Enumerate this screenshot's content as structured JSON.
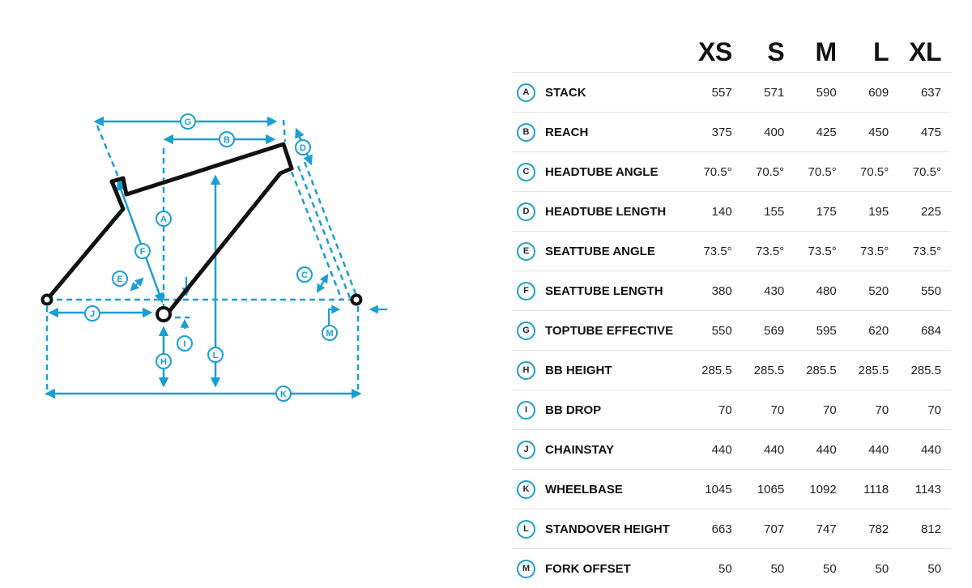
{
  "colors": {
    "accent": "#1a9fd4",
    "frame": "#111111",
    "divider": "#e2e2e2"
  },
  "diagram": {
    "callouts": {
      "A": "A",
      "B": "B",
      "C": "C",
      "D": "D",
      "E": "E",
      "F": "F",
      "G": "G",
      "H": "H",
      "I": "I",
      "J": "J",
      "K": "K",
      "L": "L",
      "M": "M"
    }
  },
  "table": {
    "sizes": [
      "XS",
      "S",
      "M",
      "L",
      "XL"
    ],
    "rows": [
      {
        "key": "A",
        "label": "STACK",
        "values": [
          "557",
          "571",
          "590",
          "609",
          "637"
        ]
      },
      {
        "key": "B",
        "label": "REACH",
        "values": [
          "375",
          "400",
          "425",
          "450",
          "475"
        ]
      },
      {
        "key": "C",
        "label": "HEADTUBE ANGLE",
        "values": [
          "70.5°",
          "70.5°",
          "70.5°",
          "70.5°",
          "70.5°"
        ]
      },
      {
        "key": "D",
        "label": "HEADTUBE LENGTH",
        "values": [
          "140",
          "155",
          "175",
          "195",
          "225"
        ]
      },
      {
        "key": "E",
        "label": "SEATTUBE ANGLE",
        "values": [
          "73.5°",
          "73.5°",
          "73.5°",
          "73.5°",
          "73.5°"
        ]
      },
      {
        "key": "F",
        "label": "SEATTUBE LENGTH",
        "values": [
          "380",
          "430",
          "480",
          "520",
          "550"
        ]
      },
      {
        "key": "G",
        "label": "TOPTUBE EFFECTIVE",
        "values": [
          "550",
          "569",
          "595",
          "620",
          "684"
        ]
      },
      {
        "key": "H",
        "label": "BB HEIGHT",
        "values": [
          "285.5",
          "285.5",
          "285.5",
          "285.5",
          "285.5"
        ]
      },
      {
        "key": "I",
        "label": "BB DROP",
        "values": [
          "70",
          "70",
          "70",
          "70",
          "70"
        ]
      },
      {
        "key": "J",
        "label": "CHAINSTAY",
        "values": [
          "440",
          "440",
          "440",
          "440",
          "440"
        ]
      },
      {
        "key": "K",
        "label": "WHEELBASE",
        "values": [
          "1045",
          "1065",
          "1092",
          "1118",
          "1143"
        ]
      },
      {
        "key": "L",
        "label": "STANDOVER HEIGHT",
        "values": [
          "663",
          "707",
          "747",
          "782",
          "812"
        ]
      },
      {
        "key": "M",
        "label": "FORK OFFSET",
        "values": [
          "50",
          "50",
          "50",
          "50",
          "50"
        ]
      }
    ]
  }
}
